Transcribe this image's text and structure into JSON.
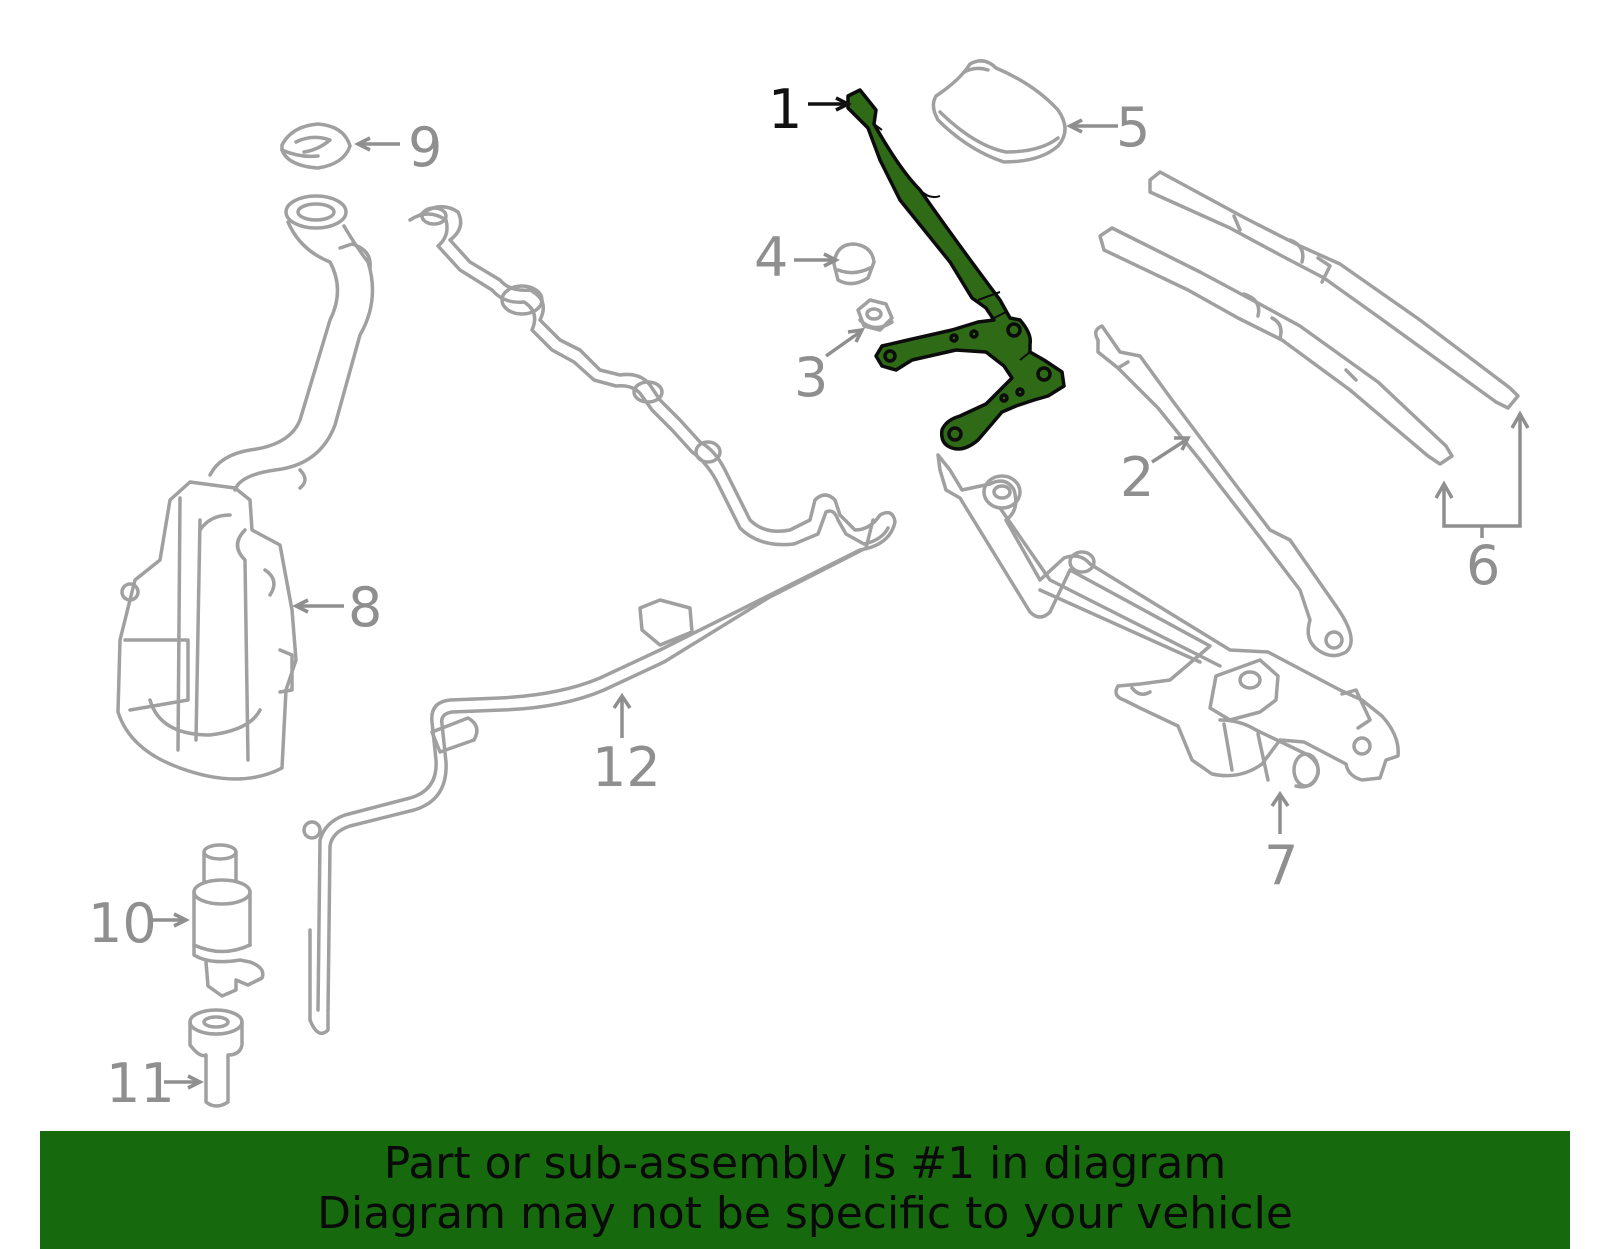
{
  "diagram": {
    "callouts": [
      {
        "id": "1",
        "label": "1",
        "highlighted": true
      },
      {
        "id": "2",
        "label": "2"
      },
      {
        "id": "3",
        "label": "3"
      },
      {
        "id": "4",
        "label": "4"
      },
      {
        "id": "5",
        "label": "5"
      },
      {
        "id": "6",
        "label": "6"
      },
      {
        "id": "7",
        "label": "7"
      },
      {
        "id": "8",
        "label": "8"
      },
      {
        "id": "9",
        "label": "9"
      },
      {
        "id": "10",
        "label": "10"
      },
      {
        "id": "11",
        "label": "11"
      },
      {
        "id": "12",
        "label": "12"
      }
    ],
    "colors": {
      "highlight": "#2f6b17",
      "line_art": "#a0a0a0",
      "banner": "#17690e"
    }
  },
  "banner": {
    "line1": "Part or sub-assembly is #1 in diagram",
    "line2": "Diagram may not be specific to your vehicle"
  }
}
